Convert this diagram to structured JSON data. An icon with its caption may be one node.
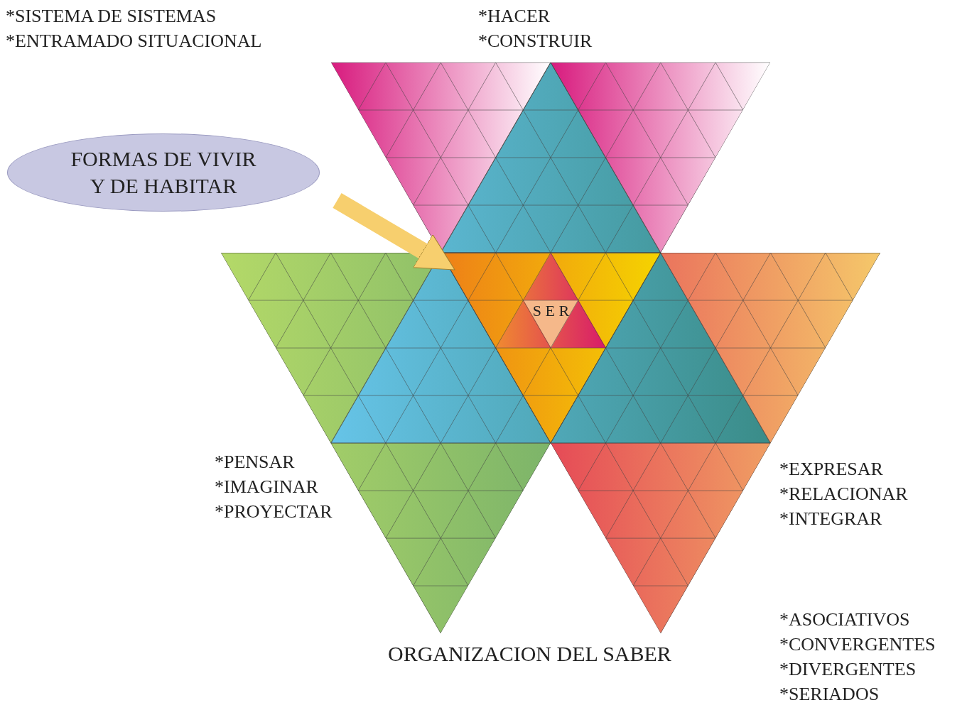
{
  "diagram": {
    "caption": "ORGANIZACION DEL SABER",
    "nodes": [
      {
        "text": [
          "FORMAS DE VIVIR Y DE HABITAR"
        ]
      },
      {
        "text": [],
        "shape": "triangle"
      },
      {
        "text": [
          "S E R"
        ],
        "in": 1
      }
    ],
    "edges": [
      {
        "from": 0,
        "to": 1,
        "arrow": "to"
      }
    ],
    "labels": [
      "*SISTEMA DE SISTEMAS",
      "*ENTRAMADO SITUACIONAL",
      "*HACER",
      "*CONSTRUIR",
      "*PENSAR",
      "*IMAGINAR",
      "*PROYECTAR",
      "*EXPRESAR",
      "*RELACIONAR",
      "*INTEGRAR",
      "*ASOCIATIVOS",
      "*CONVERGENTES",
      "*DIVERGENTES",
      "*SERIADOS"
    ]
  }
}
